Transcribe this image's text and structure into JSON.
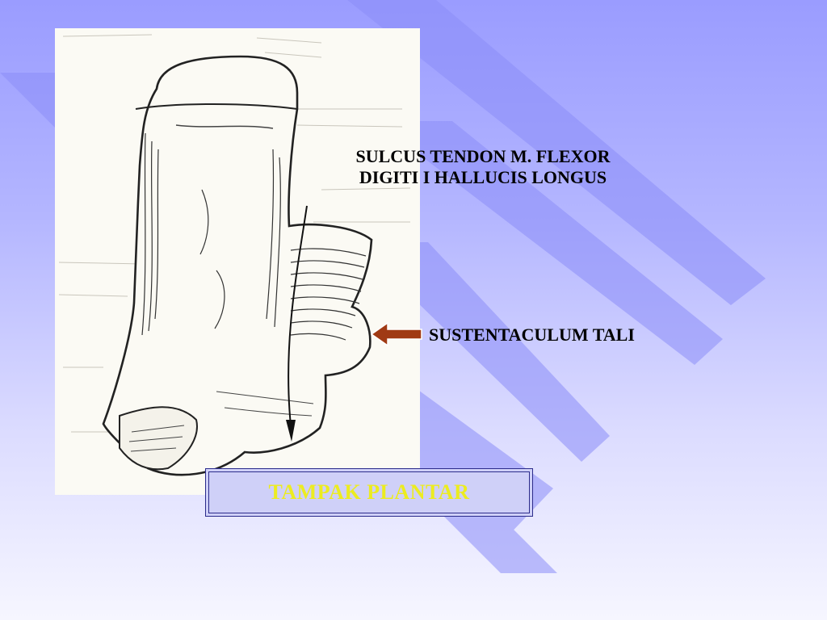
{
  "labels": {
    "sulcus_line1": "SULCUS TENDON M. FLEXOR",
    "sulcus_line2": "DIGITI I HALLUCIS LONGUS",
    "sustentaculum": "SUSTENTACULUM TALI"
  },
  "caption": "TAMPAK PLANTAR",
  "colors": {
    "background_top": "#9a9cff",
    "background_bottom": "#f6f6ff",
    "stripe": "#8c8ef8",
    "pointer_arrow": "#a03a14",
    "caption_text": "#ecec20",
    "caption_fill": "#cfd0f8",
    "caption_border": "#2c2c8c"
  },
  "icons": {
    "pointer": "left-arrow-icon",
    "illustration": "talus-bone-plantar-view"
  }
}
